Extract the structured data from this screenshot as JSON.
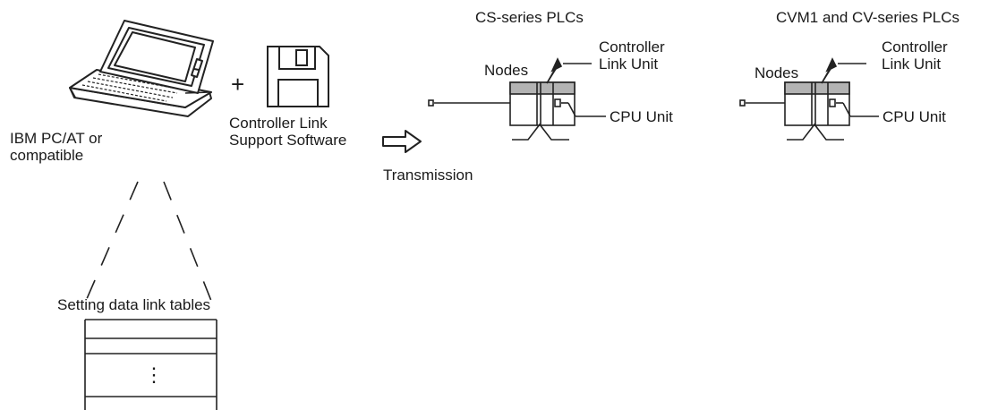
{
  "computer": {
    "label_line1": "IBM PC/AT or",
    "label_line2": "compatible",
    "plus": "+"
  },
  "software": {
    "label_line1": "Controller Link",
    "label_line2": "Support Software"
  },
  "transmission": {
    "label": "Transmission"
  },
  "tables": {
    "label": "Setting data link tables",
    "ellipsis": "⋮"
  },
  "cs_series": {
    "title": "CS-series PLCs",
    "nodes_label": "Nodes",
    "unit_label_line1": "Controller",
    "unit_label_line2": "Link Unit",
    "cpu_label": "CPU Unit"
  },
  "cv_series": {
    "title": "CVM1 and CV-series PLCs",
    "nodes_label": "Nodes",
    "unit_label_line1": "Controller",
    "unit_label_line2": "Link Unit",
    "cpu_label": "CPU Unit"
  },
  "colors": {
    "stroke": "#222222",
    "unit_fill": "#b3b3b3"
  }
}
